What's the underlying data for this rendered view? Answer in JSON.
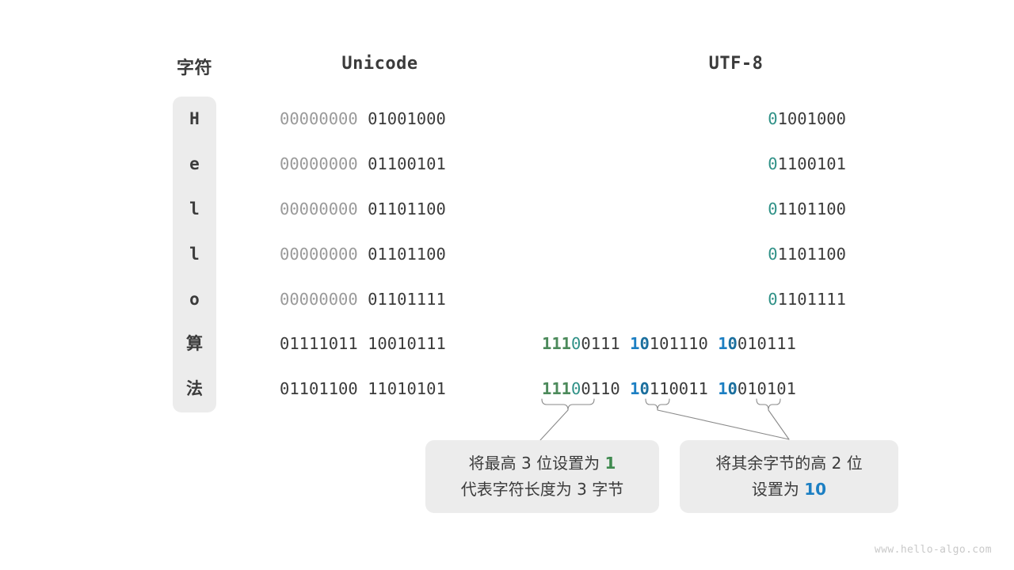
{
  "headers": {
    "char": "字符",
    "unicode": "Unicode",
    "utf8": "UTF-8"
  },
  "colors": {
    "panel_bg": "#ececec",
    "text_dark": "#3b3b3b",
    "text_dim": "#9a9a9a",
    "teal": "#2f9187",
    "green": "#4c8a5b",
    "blue": "#1c7fc3",
    "watermark": "#c9c9c9"
  },
  "rows": [
    {
      "char": "H",
      "cjk": false,
      "unicode_hi": "00000000",
      "unicode_lo": "01001000",
      "utf8_type": "ascii",
      "utf8_lead": "0",
      "utf8_rest": "1001000"
    },
    {
      "char": "e",
      "cjk": false,
      "unicode_hi": "00000000",
      "unicode_lo": "01100101",
      "utf8_type": "ascii",
      "utf8_lead": "0",
      "utf8_rest": "1100101"
    },
    {
      "char": "l",
      "cjk": false,
      "unicode_hi": "00000000",
      "unicode_lo": "01101100",
      "utf8_type": "ascii",
      "utf8_lead": "0",
      "utf8_rest": "1101100"
    },
    {
      "char": "l",
      "cjk": false,
      "unicode_hi": "00000000",
      "unicode_lo": "01101100",
      "utf8_type": "ascii",
      "utf8_lead": "0",
      "utf8_rest": "1101100"
    },
    {
      "char": "o",
      "cjk": false,
      "unicode_hi": "00000000",
      "unicode_lo": "01101111",
      "utf8_type": "ascii",
      "utf8_lead": "0",
      "utf8_rest": "1101111"
    },
    {
      "char": "算",
      "cjk": true,
      "unicode_hi": "01111011",
      "unicode_lo": "10010111",
      "utf8_type": "multi",
      "b1_green": "111",
      "b1_teal": "0",
      "b1_rest": "0111",
      "b2_blue1": "1",
      "b2_blue0": "0",
      "b2_rest": "101110",
      "b3_blue1": "1",
      "b3_blue0": "0",
      "b3_rest": "010111"
    },
    {
      "char": "法",
      "cjk": true,
      "unicode_hi": "01101100",
      "unicode_lo": "11010101",
      "utf8_type": "multi",
      "b1_green": "111",
      "b1_teal": "0",
      "b1_rest": "0110",
      "b2_blue1": "1",
      "b2_blue0": "0",
      "b2_rest": "110011",
      "b3_blue1": "1",
      "b3_blue0": "0",
      "b3_rest": "010101"
    }
  ],
  "callouts": {
    "left": {
      "line1_a": "将最高 ",
      "line1_n": "3",
      "line1_b": " 位设置为 ",
      "line1_hl": "1",
      "line2": "代表字符长度为 3 字节"
    },
    "right": {
      "line1": "将其余字节的高 2 位",
      "line2_a": "设置为 ",
      "line2_hl": "10"
    }
  },
  "watermark": "www.hello-algo.com"
}
